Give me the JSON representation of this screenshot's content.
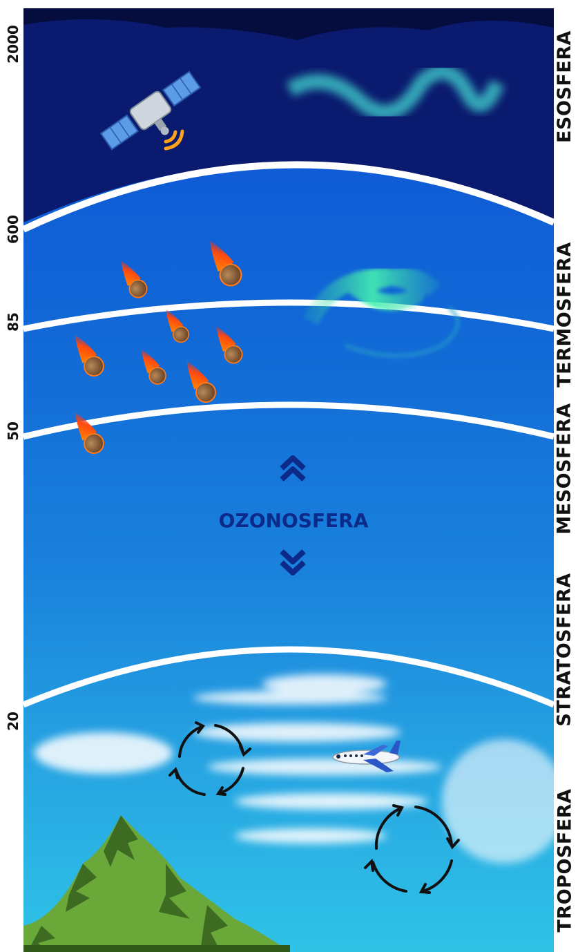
{
  "altitude_labels": [
    "2000",
    "600",
    "85",
    "50",
    "20"
  ],
  "layers": [
    "ESOSFERA",
    "TERMOSFERA",
    "MESOSFERA",
    "STRATOSFERA",
    "TROPOSFERA"
  ],
  "ozone_label": "OZONOSFERA",
  "colors": {
    "esosfera": "#0a1a6e",
    "termosfera": "#0e55d8",
    "mesosfera": "#1068d8",
    "stratosfera": "#1a84de",
    "troposfera": "#2fb8e6",
    "boundary": "#ffffff",
    "ozone_text": "#0b2a8a",
    "mountain": "#6aa83a"
  },
  "icons": [
    "satellite-icon",
    "aurora-icon",
    "meteor-icon",
    "airplane-icon",
    "circulation-icon",
    "mountain-icon",
    "cloud-icon",
    "double-chevron-up-icon",
    "double-chevron-down-icon"
  ]
}
